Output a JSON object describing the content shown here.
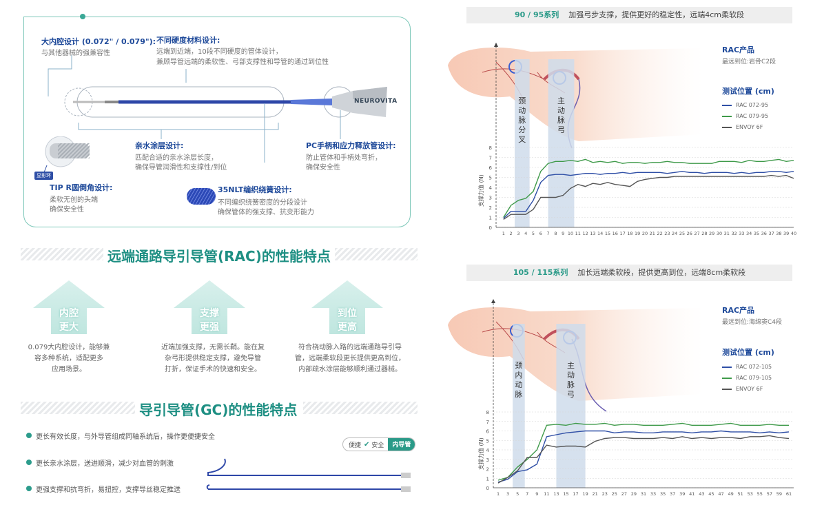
{
  "spec": {
    "lumen": {
      "title": "大内腔设计 (0.072\" / 0.079\"):",
      "text": [
        "与其他器械的强兼容性"
      ]
    },
    "hardness": {
      "title": "不同硬度材料设计:",
      "text": [
        "远端到近端，10段不同硬度的管体设计，",
        "兼顾导管远端的柔软性、弓部支撑性和导管的通过到位性"
      ]
    },
    "coating": {
      "title": "亲水涂层设计:",
      "text": [
        "匹配合适的亲水涂层长度，",
        "确保导管润滑性和支撑性/到位"
      ]
    },
    "handle": {
      "title": "PC手柄和应力释放管设计:",
      "text": [
        "防止管体和手柄处弯折，",
        "确保安全性"
      ]
    },
    "tip": {
      "title": "TIP R圆倒角设计:",
      "text": [
        "柔软无创的头端",
        "确保安全性"
      ]
    },
    "braid": {
      "title": "35NLT编织绕簧设计:",
      "text": [
        "不同编织绕簧密度的分段设计",
        "确保管体的强支撑、抗变形能力"
      ]
    },
    "brand": "NEUROVITA",
    "tip_tag": "显影环"
  },
  "rac": {
    "title": "远端通路导引导管(RAC)的性能特点",
    "features": [
      {
        "label": [
          "内腔",
          "更大"
        ],
        "text": [
          "0.079大内腔设计，能够兼",
          "容多种系统，适配更多",
          "应用场景。"
        ]
      },
      {
        "label": [
          "支撑",
          "更强"
        ],
        "text": [
          "近端加强支撑，无需长鞘。能在复",
          "杂弓形提供稳定支撑，避免导管",
          "打折，保证手术的快速和安全。"
        ]
      },
      {
        "label": [
          "到位",
          "更高"
        ],
        "text": [
          "符合桡动脉入路的远端通路导引导",
          "管，远端柔软段更长提供更高到位，",
          "内部疏水涂层能够顺利通过器械。"
        ]
      }
    ]
  },
  "gc": {
    "title": "导引导管(GC)的性能特点",
    "items": [
      "更长有效长度，与外导管组成同轴系统后，操作更便捷安全",
      "更长亲水涂层，送进顺滑，减少对血管的刺激",
      "更强支撑和抗弯折，易扭控，支撑导丝稳定推送"
    ],
    "tag": {
      "a": "便捷",
      "b": "安全",
      "c": "内导管"
    }
  },
  "colors": {
    "teal": "#2a9a88",
    "navy": "#1f4a9a",
    "blue": "#2f4fa6",
    "green": "#3f9a4a",
    "gray": "#555555"
  },
  "chart_data": [
    {
      "type": "line",
      "header": {
        "series": "90 / 95系列",
        "text": "加强弓步支撑，提供更好的稳定性，远端4cm柔软段"
      },
      "rac": {
        "title": "RAC产品",
        "sub": "最远到位:岩骨C2段"
      },
      "legend_title": "测试位置 (cm)",
      "ylabel": "支撑力值 (N)",
      "bands": [
        {
          "label": "颈动脉分叉",
          "x": [
            2.5,
            4.5
          ]
        },
        {
          "label": "主动脉弓",
          "x": [
            7,
            10.5
          ]
        }
      ],
      "x": [
        1,
        2,
        3,
        4,
        5,
        6,
        7,
        8,
        9,
        10,
        11,
        12,
        13,
        14,
        15,
        16,
        17,
        18,
        19,
        20,
        21,
        22,
        23,
        24,
        25,
        26,
        27,
        28,
        29,
        30,
        31,
        32,
        33,
        34,
        35,
        36,
        37,
        38,
        39,
        40
      ],
      "xlim": [
        0,
        40
      ],
      "ylim": [
        0,
        8
      ],
      "yticks": [
        0,
        1,
        2,
        3,
        4,
        5,
        6,
        7,
        8
      ],
      "series": [
        {
          "name": "RAC 072-95",
          "color": "#2f4fa6",
          "values": [
            0.9,
            1.6,
            1.6,
            1.6,
            2.7,
            4.5,
            5.2,
            5.3,
            5.3,
            5.2,
            5.3,
            5.4,
            5.4,
            5.3,
            5.4,
            5.4,
            5.5,
            5.4,
            5.5,
            5.5,
            5.5,
            5.5,
            5.4,
            5.5,
            5.6,
            5.5,
            5.5,
            5.4,
            5.5,
            5.5,
            5.5,
            5.4,
            5.5,
            5.4,
            5.5,
            5.5,
            5.6,
            5.6,
            5.5,
            5.6
          ]
        },
        {
          "name": "RAC 079-95",
          "color": "#3f9a4a",
          "values": [
            1.0,
            2.2,
            2.7,
            2.9,
            3.6,
            5.6,
            6.4,
            6.6,
            6.6,
            6.7,
            6.6,
            6.8,
            6.5,
            6.6,
            6.5,
            6.6,
            6.4,
            6.5,
            6.5,
            6.4,
            6.5,
            6.5,
            6.6,
            6.5,
            6.5,
            6.4,
            6.4,
            6.4,
            6.4,
            6.6,
            6.6,
            6.6,
            6.5,
            6.7,
            6.6,
            6.6,
            6.7,
            6.8,
            6.6,
            6.7
          ]
        },
        {
          "name": "ENVOY 6F",
          "color": "#555555",
          "values": [
            0.8,
            1.3,
            1.3,
            1.3,
            1.8,
            3.0,
            3.0,
            3.0,
            3.2,
            3.9,
            4.3,
            4.1,
            4.4,
            4.3,
            4.5,
            4.3,
            4.2,
            4.1,
            4.6,
            4.8,
            4.9,
            5.0,
            5.0,
            5.1,
            5.1,
            5.1,
            5.1,
            5.1,
            5.1,
            5.1,
            5.1,
            5.1,
            5.1,
            5.1,
            5.1,
            5.1,
            5.2,
            5.1,
            5.2,
            4.9
          ]
        }
      ]
    },
    {
      "type": "line",
      "header": {
        "series": "105 / 115系列",
        "text": "加长远端柔软段，提供更高到位，远端8cm柔软段"
      },
      "rac": {
        "title": "RAC产品",
        "sub": "最远到位:海绵窦C4段"
      },
      "legend_title": "测试位置 (cm)",
      "ylabel": "支撑力值 (N)",
      "bands": [
        {
          "label": "颈内动脉",
          "x": [
            4,
            6.5
          ]
        },
        {
          "label": "主动脉弓",
          "x": [
            13,
            19
          ]
        }
      ],
      "x": [
        1,
        3,
        5,
        7,
        9,
        11,
        13,
        15,
        17,
        19,
        21,
        23,
        25,
        27,
        29,
        31,
        33,
        35,
        37,
        39,
        41,
        43,
        45,
        47,
        49,
        51,
        53,
        55,
        57,
        59,
        61
      ],
      "xlim": [
        0,
        62
      ],
      "ylim": [
        0,
        8
      ],
      "yticks": [
        0,
        1,
        2,
        3,
        4,
        5,
        6,
        7,
        8
      ],
      "series": [
        {
          "name": "RAC 072-105",
          "color": "#2f4fa6",
          "values": [
            0.6,
            0.9,
            1.7,
            1.9,
            2.5,
            5.4,
            5.6,
            5.8,
            5.9,
            6.0,
            6.0,
            6.0,
            5.8,
            5.9,
            5.9,
            5.8,
            5.8,
            5.9,
            5.9,
            5.9,
            5.8,
            5.9,
            5.9,
            6.0,
            5.9,
            5.9,
            5.9,
            5.8,
            5.9,
            5.8,
            5.9
          ]
        },
        {
          "name": "RAC 079-105",
          "color": "#3f9a4a",
          "values": [
            0.8,
            1.1,
            2.2,
            3.0,
            4.0,
            6.6,
            6.7,
            6.6,
            6.8,
            6.7,
            6.7,
            6.8,
            6.6,
            6.7,
            6.7,
            6.6,
            6.6,
            6.6,
            6.7,
            6.8,
            6.6,
            6.6,
            6.6,
            6.7,
            6.8,
            6.6,
            6.6,
            6.6,
            6.7,
            6.6,
            6.6
          ]
        },
        {
          "name": "ENVOY 6F",
          "color": "#555555",
          "values": [
            0.5,
            1.1,
            1.8,
            3.2,
            3.2,
            4.5,
            4.3,
            4.4,
            4.4,
            4.3,
            4.9,
            5.2,
            5.3,
            5.3,
            5.2,
            5.2,
            5.2,
            5.3,
            5.2,
            5.4,
            5.2,
            5.3,
            5.2,
            5.3,
            5.3,
            5.2,
            5.4,
            5.4,
            5.5,
            5.3,
            5.2
          ]
        }
      ]
    }
  ]
}
